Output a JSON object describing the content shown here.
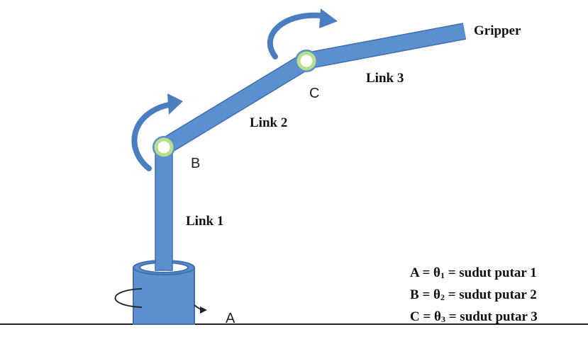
{
  "colors": {
    "link_fill": "#5b8fcf",
    "link_stroke": "#3f6fb0",
    "joint_ring": "#b7e08a",
    "arrow": "#4a7ec0",
    "ground": "#222222"
  },
  "labels": {
    "gripper": "Gripper",
    "link1": "Link 1",
    "link2": "Link 2",
    "link3": "Link 3",
    "joint_a": "A",
    "joint_b": "B",
    "joint_c": "C"
  },
  "legend": [
    {
      "joint": "A",
      "eq1": " = θ",
      "sub": "1",
      "eq2": " = sudut putar 1"
    },
    {
      "joint": "B",
      "eq1": " = θ",
      "sub": "2",
      "eq2": " = sudut putar 2"
    },
    {
      "joint": "C",
      "eq1": " = θ",
      "sub": "3",
      "eq2": " = sudut putar 3"
    }
  ]
}
